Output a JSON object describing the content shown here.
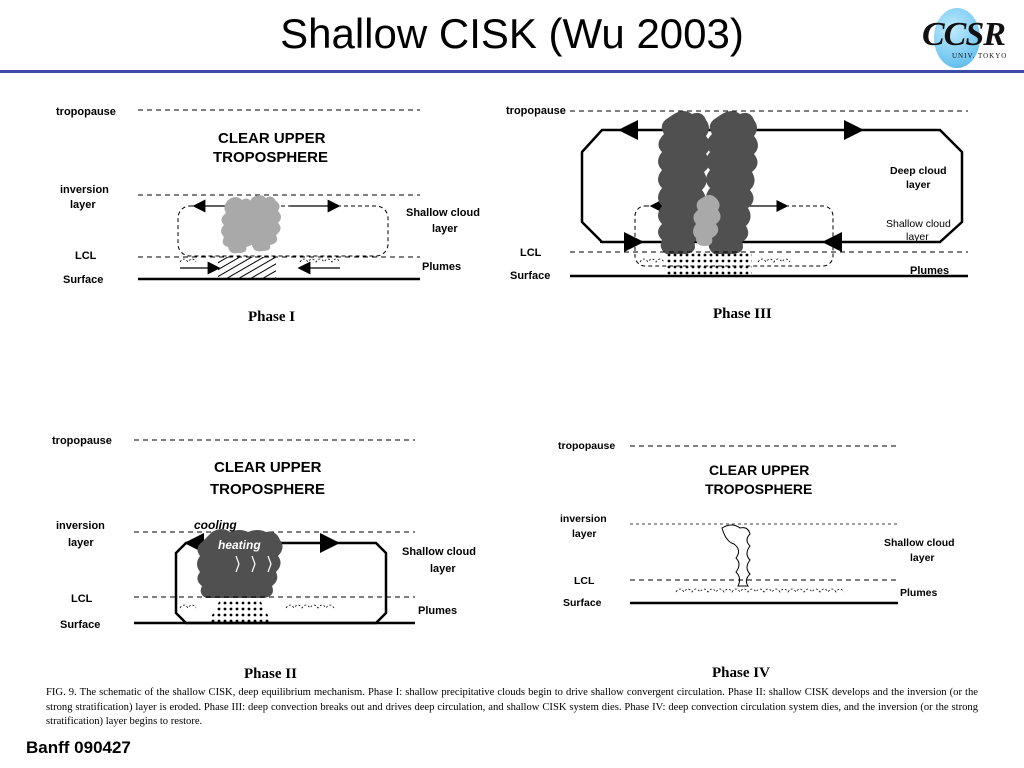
{
  "title": "Shallow CISK (Wu 2003)",
  "logo": {
    "text": "CCSR",
    "subtext": "UNIV. TOKYO"
  },
  "labels": {
    "tropopause": "tropopause",
    "clear_upper_1": "CLEAR UPPER",
    "clear_upper_2": "TROPOSPHERE",
    "inversion_1": "inversion",
    "inversion_2": "layer",
    "lcl": "LCL",
    "surface": "Surface",
    "shallow_1": "Shallow cloud",
    "shallow_2": "layer",
    "plumes": "Plumes",
    "deep_1": "Deep cloud",
    "deep_2": "layer",
    "cooling": "cooling",
    "heating": "heating"
  },
  "phases": {
    "p1": "Phase I",
    "p2": "Phase II",
    "p3": "Phase III",
    "p4": "Phase IV"
  },
  "caption": "FIG. 9. The schematic of the shallow CISK, deep equilibrium mechanism. Phase I: shallow precipitative clouds begin to drive shallow convergent circulation. Phase II: shallow CISK develops and the inversion (or the strong stratification) layer is eroded. Phase III: deep convection breaks out and drives deep circulation, and shallow CISK system dies. Phase IV: deep convection circulation system dies, and the inversion (or the strong stratification) layer begins to restore.",
  "footer": "Banff 090427",
  "colors": {
    "rule": "#3b4ba8",
    "shallow_cloud": "#a9a9a9",
    "deep_cloud": "#505050"
  }
}
